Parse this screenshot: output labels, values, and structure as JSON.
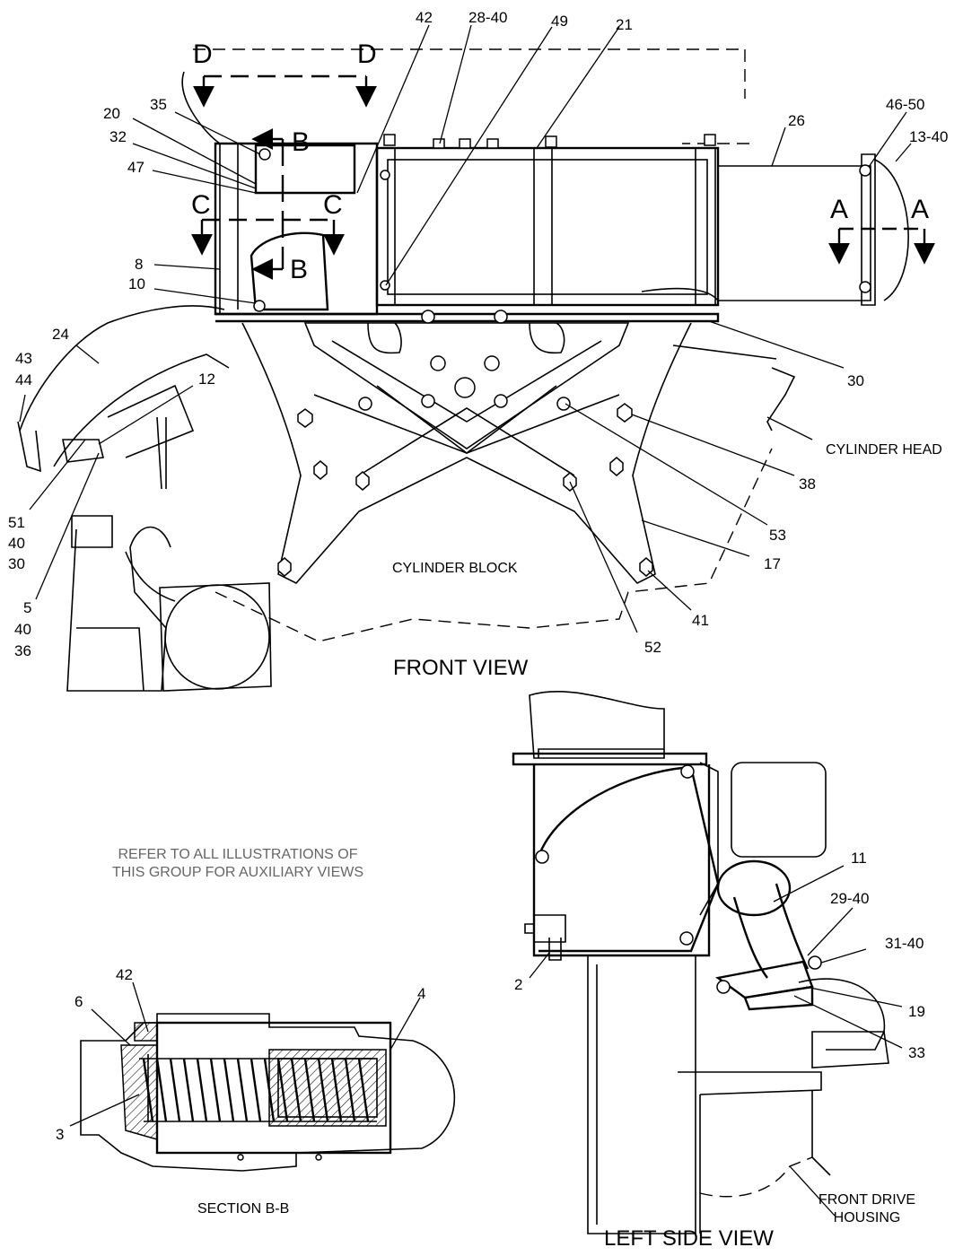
{
  "views": {
    "front": "FRONT VIEW",
    "left_side": "LEFT SIDE VIEW",
    "section_bb": "SECTION B-B"
  },
  "note": {
    "line1": "REFER TO ALL ILLUSTRATIONS OF",
    "line2": "THIS GROUP FOR AUXILIARY VIEWS"
  },
  "components": {
    "cylinder_block": "CYLINDER BLOCK",
    "cylinder_head": "CYLINDER HEAD",
    "front_drive_housing_1": "FRONT DRIVE",
    "front_drive_housing_2": "HOUSING"
  },
  "section_markers": {
    "a": "A",
    "b": "B",
    "c": "C",
    "d": "D"
  },
  "callouts": {
    "c42_top": "42",
    "c28_40": "28-40",
    "c49": "49",
    "c21": "21",
    "c35": "35",
    "c20": "20",
    "c32": "32",
    "c47": "47",
    "c26": "26",
    "c46_50": "46-50",
    "c13_40": "13-40",
    "c8": "8",
    "c10": "10",
    "c24": "24",
    "c43": "43",
    "c44": "44",
    "c12": "12",
    "c30_right": "30",
    "c38": "38",
    "c53": "53",
    "c17": "17",
    "c41": "41",
    "c52": "52",
    "c51": "51",
    "c40_a": "40",
    "c30_left": "30",
    "c5": "5",
    "c40_b": "40",
    "c36": "36",
    "c11": "11",
    "c29_40": "29-40",
    "c31_40": "31-40",
    "c19": "19",
    "c33": "33",
    "c2": "2",
    "c42_sec": "42",
    "c6": "6",
    "c4": "4",
    "c3": "3"
  }
}
